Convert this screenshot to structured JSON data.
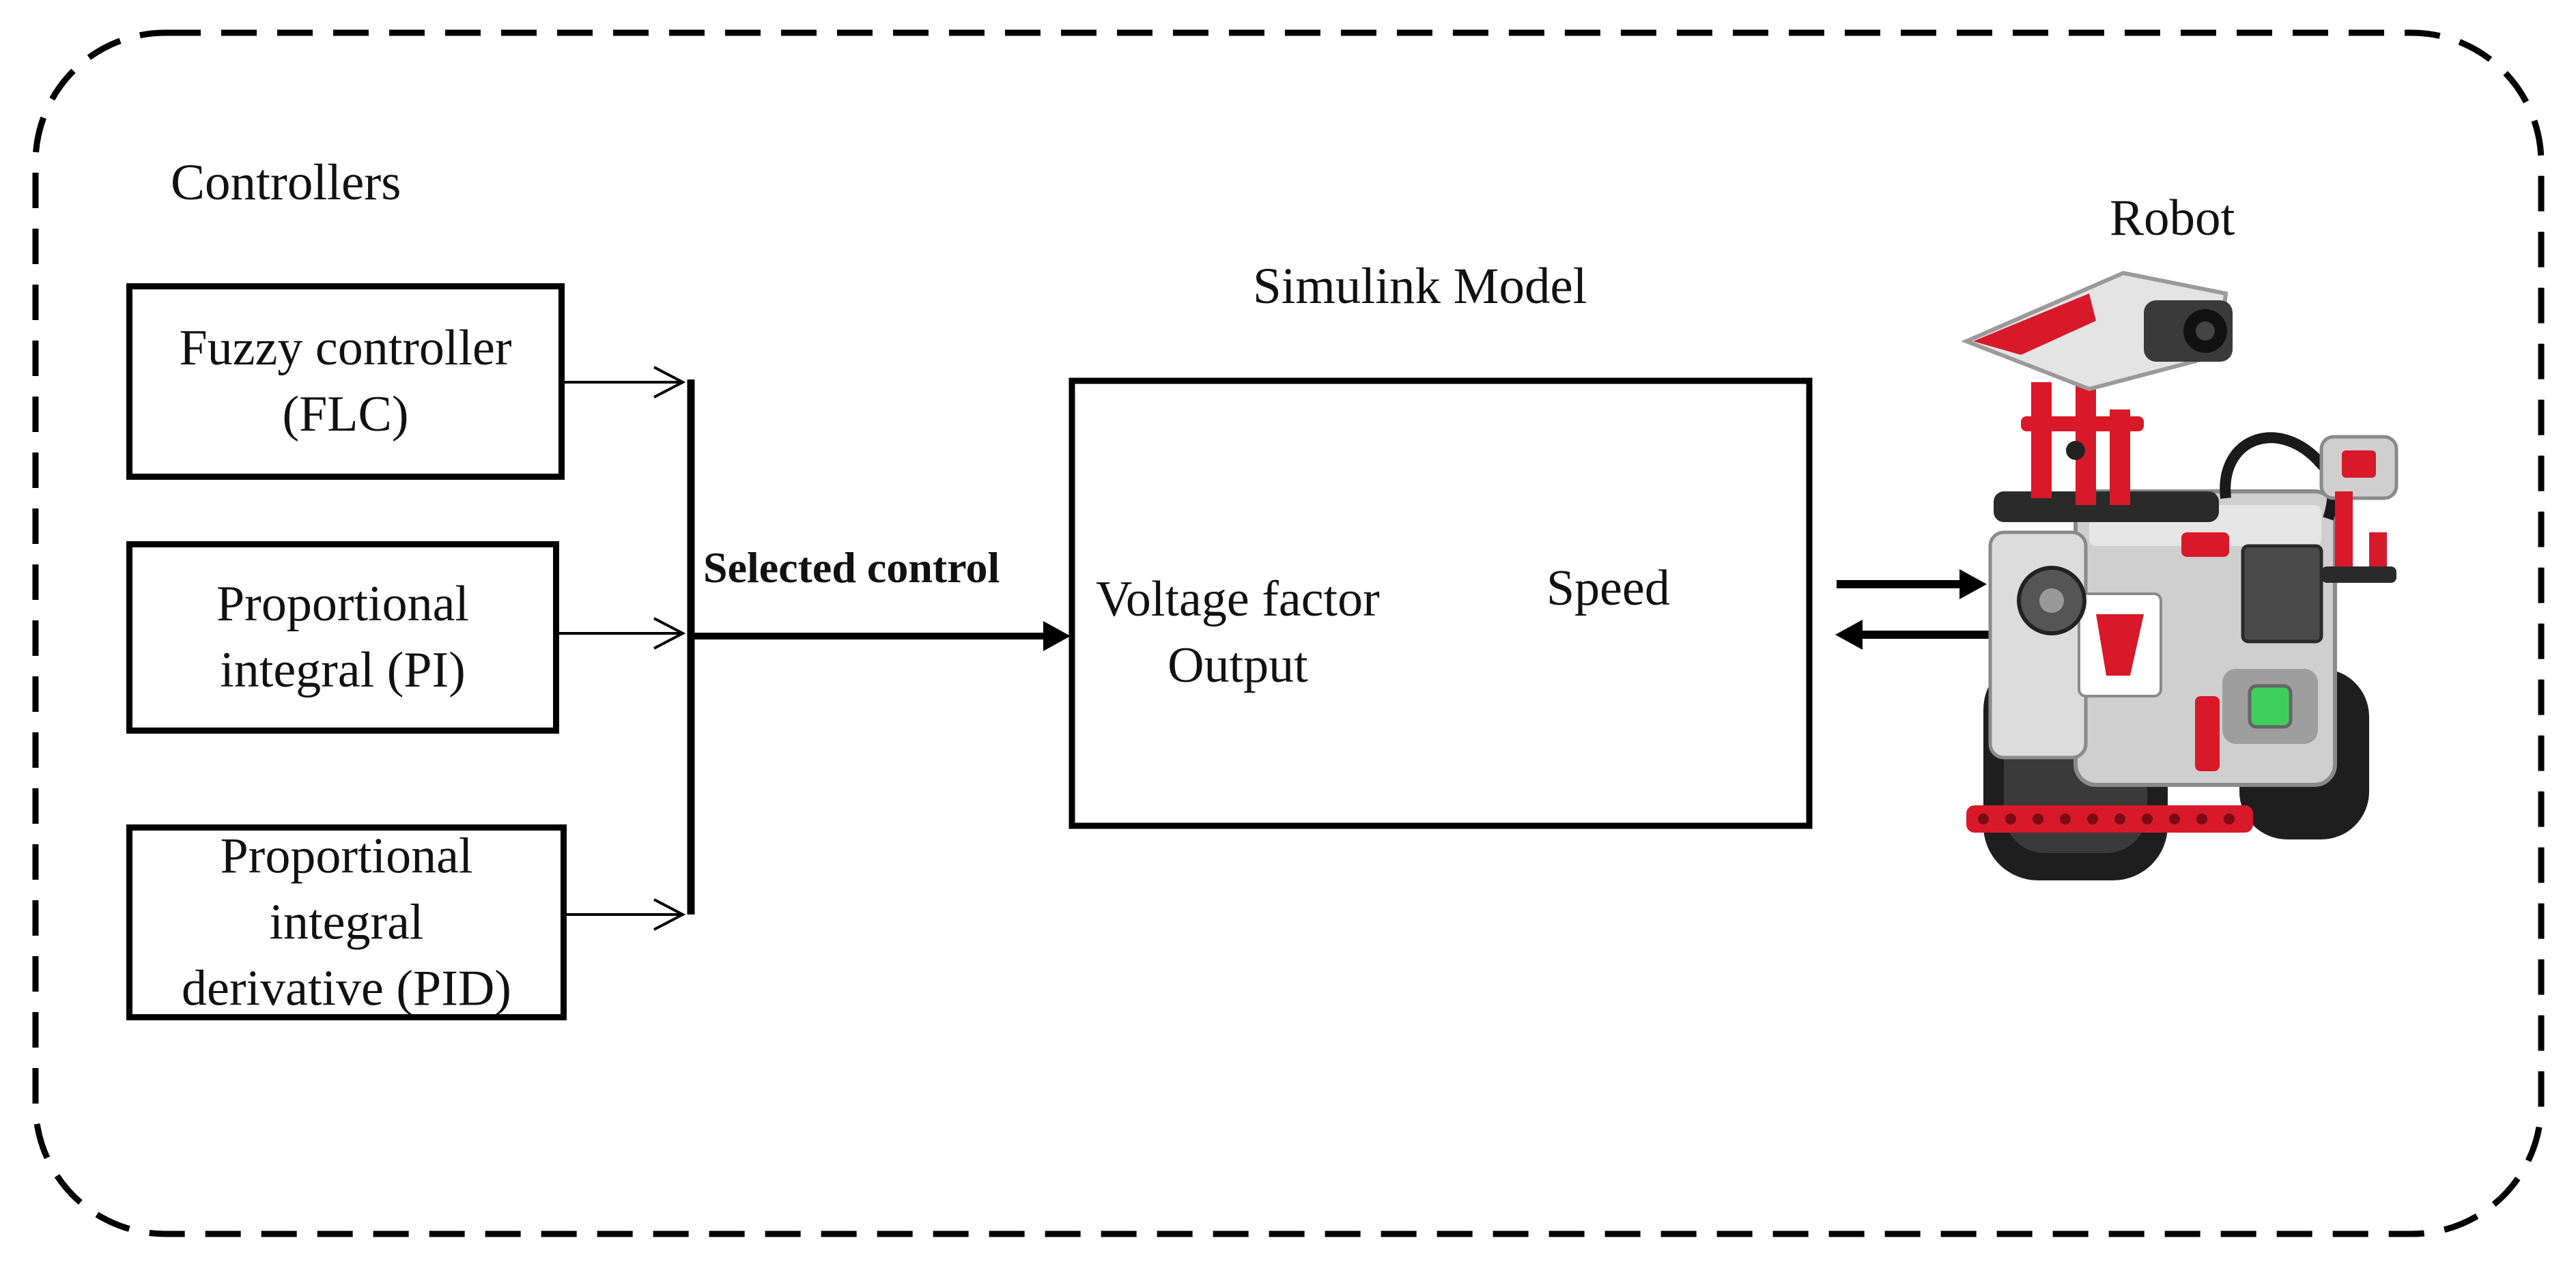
{
  "frame": {
    "border_color": "#000000",
    "style": "dashed"
  },
  "controllers": {
    "title": "Controllers",
    "items": [
      {
        "name": "fuzzy",
        "lines": [
          "Fuzzy controller",
          "(FLC)"
        ]
      },
      {
        "name": "pi",
        "lines": [
          "Proportional",
          "integral (PI)"
        ]
      },
      {
        "name": "pid",
        "lines": [
          "Proportional",
          "integral",
          "derivative (PID)"
        ]
      }
    ]
  },
  "selected_control_label": "Selected control",
  "simulink": {
    "title": "Simulink Model",
    "voltage_line1": "Voltage factor",
    "voltage_line2": "Output",
    "speed": "Speed"
  },
  "robot": {
    "title": "Robot",
    "colors": {
      "body": "#c8c8c8",
      "accent": "#d8192a",
      "dark": "#1e1e1e",
      "screen": "#4a4a4a",
      "button": "#3ecf5a"
    }
  }
}
